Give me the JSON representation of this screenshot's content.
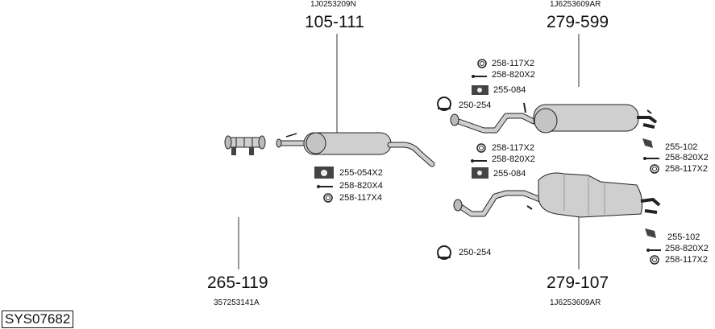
{
  "system_code": "SYS07682",
  "assemblies": {
    "front_pipe": {
      "part_no": "265-119",
      "oem": "357253141A"
    },
    "middle_muffler": {
      "part_no": "105-111",
      "oem": "1J0253209N"
    },
    "rear_muffler_upper": {
      "part_no": "279-599",
      "oem": "1J6253609AR"
    },
    "rear_muffler_lower": {
      "part_no": "279-107",
      "oem": "1J6253609AR"
    }
  },
  "fittings": {
    "middle_hanger": "255-054X2",
    "middle_bolt": "258-820X4",
    "middle_nut": "258-117X4",
    "upper_nut_top": "258-117X2",
    "upper_bolt_top": "258-820X2",
    "upper_hanger_top": "255-084",
    "upper_clamp": "250-254",
    "upper_rear_hanger": "255-102",
    "upper_rear_bolt": "258-820X2",
    "upper_rear_nut": "258-117X2",
    "lower_nut_top": "258-117X2",
    "lower_bolt_top": "258-820X2",
    "lower_hanger_top": "255-084",
    "lower_clamp": "250-254",
    "lower_rear_hanger": "255-102",
    "lower_rear_bolt": "258-820X2",
    "lower_rear_nut": "258-117X2"
  }
}
